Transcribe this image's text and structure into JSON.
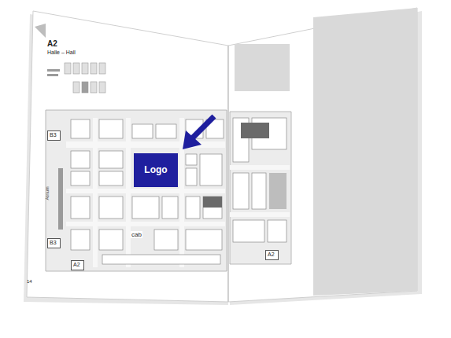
{
  "diagram": {
    "title": "A2",
    "nodes": [
      {
        "text": [
          "Logo"
        ]
      },
      {
        "text": [
          "B3"
        ]
      },
      {
        "text": [
          "Atrium"
        ]
      },
      {
        "text": [
          "B3"
        ]
      },
      {
        "text": [
          "A2"
        ]
      },
      {
        "text": [
          "A2"
        ]
      }
    ],
    "labels": [
      "Halle – Hall",
      "cab",
      "14"
    ]
  }
}
